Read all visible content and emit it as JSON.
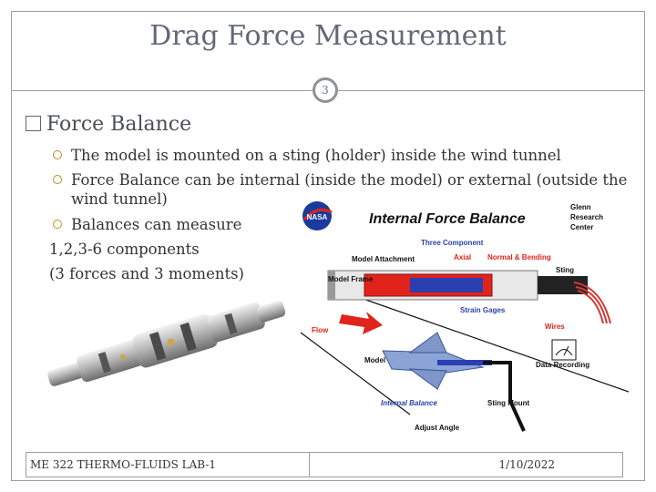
{
  "slide": {
    "title": "Drag Force Measurement",
    "number": "3",
    "heading": "Force Balance",
    "bullets": [
      "The model is mounted on a sting (holder) inside the wind tunnel",
      "Force Balance can be internal (inside the model) or external (outside the",
      "wind tunnel)",
      "Balances can measure"
    ],
    "continuation": [
      "1,2,3-6 components",
      "(3 forces and 3 moments)"
    ]
  },
  "diagram": {
    "title": "Internal Force Balance",
    "org": [
      "Glenn",
      "Research",
      "Center"
    ],
    "logo": "NASA",
    "labels": {
      "three_component": "Three Component",
      "model_attachment": "Model Attachment",
      "axial": "Axial",
      "normal_bending": "Normal & Bending",
      "sting": "Sting",
      "model_frame": "Model Frame",
      "strain_gages": "Strain Gages",
      "flow": "Flow",
      "wires": "Wires",
      "model": "Model",
      "data_recording": "Data Recording",
      "internal_balance": "Internal Balance",
      "sting_mount": "Sting Mount",
      "adjust_angle": "Adjust Angle"
    }
  },
  "footer": {
    "course": "ME 322 THERMO-FLUIDS LAB-1",
    "date": "1/10/2022"
  },
  "colors": {
    "title": "#5f6a78",
    "bullet_marker": "#c08a2a",
    "flow_arrow": "#e0241b",
    "diagram_blue": "#2a3fb0"
  }
}
